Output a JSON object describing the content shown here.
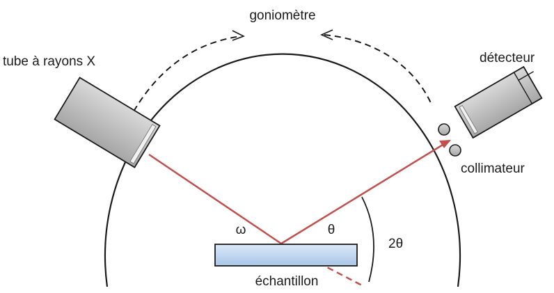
{
  "labels": {
    "goniometer": "goniomètre",
    "xray_tube": "tube à rayons X",
    "detector": "détecteur",
    "collimator": "collimateur",
    "sample": "échantillon",
    "omega": "ω",
    "theta": "θ",
    "two_theta": "2θ"
  },
  "colors": {
    "beam": "#c0504d",
    "sample_fill": "#c6d9f1",
    "device_fill": "#bfbfbf",
    "line": "#1a1a1a"
  }
}
